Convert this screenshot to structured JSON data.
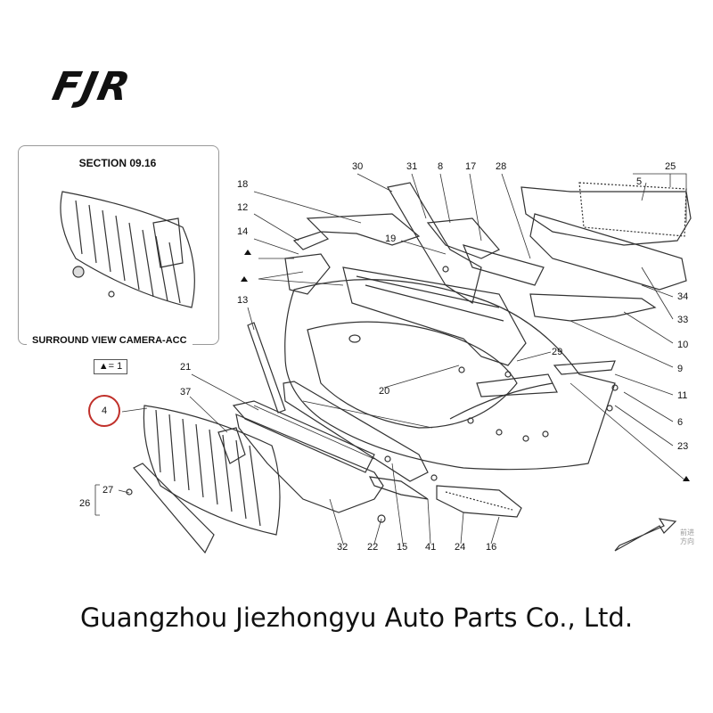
{
  "logo": {
    "text": "FJR"
  },
  "inset": {
    "title": "SECTION 09.16",
    "footer": "SURROUND VIEW CAMERA-ACC"
  },
  "legend": {
    "text": "▲= 1"
  },
  "callouts": {
    "c30": "30",
    "c31": "31",
    "c8": "8",
    "c17": "17",
    "c28": "28",
    "c25": "25",
    "c5": "5",
    "c18": "18",
    "c12": "12",
    "c14": "14",
    "c19": "19",
    "c13": "13",
    "c21": "21",
    "c37": "37",
    "c4": "4",
    "c27": "27",
    "c26": "26",
    "c20": "20",
    "c29": "29",
    "c34": "34",
    "c33": "33",
    "c10": "10",
    "c9": "9",
    "c11": "11",
    "c6": "6",
    "c23": "23",
    "c32": "32",
    "c22": "22",
    "c15": "15",
    "c41": "41",
    "c24": "24",
    "c16": "16"
  },
  "direction_note": "前进\n方向",
  "company": "Guangzhou Jiezhongyu Auto Parts Co., Ltd.",
  "colors": {
    "highlight_circle": "#c0302a",
    "line": "#333333"
  }
}
